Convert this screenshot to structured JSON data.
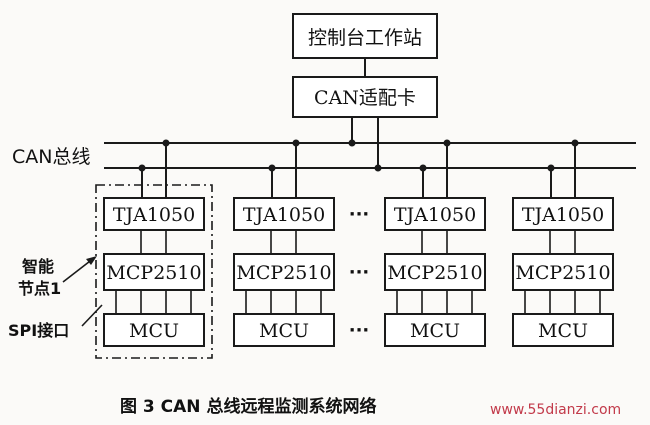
{
  "workstation": "控制台工作站",
  "adapter": "CAN适配卡",
  "bus_label": "CAN总线",
  "transceiver": "TJA1050",
  "controller": "MCP2510",
  "mcu": "MCU",
  "ellipsis": "···",
  "smart_node": [
    "智能",
    "节点1"
  ],
  "spi_label": "SPI接口",
  "caption": "图 3   CAN 总线远程监测系统网络",
  "watermark": "www.55dianzi.com"
}
